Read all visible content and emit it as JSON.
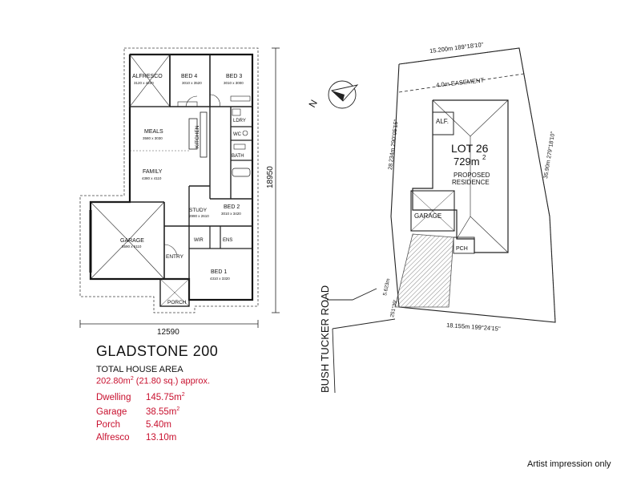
{
  "plan": {
    "rooms": {
      "alfresco": {
        "name": "ALFRESCO",
        "dims": "3120 x 4200"
      },
      "bed4": {
        "name": "BED 4",
        "dims": "3010 x 3520"
      },
      "bed3": {
        "name": "BED 3",
        "dims": "3010 x 3000"
      },
      "meals": {
        "name": "MEALS",
        "dims": "3580 x 3030"
      },
      "family": {
        "name": "FAMILY",
        "dims": "4380 x 4110"
      },
      "kitchen": {
        "name": "KITCHEN"
      },
      "ldry": {
        "name": "LDRY"
      },
      "wc": {
        "name": "WC"
      },
      "bath": {
        "name": "BATH"
      },
      "study": {
        "name": "STUDY",
        "dims": "2990 x 2610"
      },
      "bed2": {
        "name": "BED 2",
        "dims": "3010 x 3420"
      },
      "garage": {
        "name": "GARAGE",
        "dims": "5590 x 6110"
      },
      "wir": {
        "name": "WIR"
      },
      "ens": {
        "name": "ENS"
      },
      "entry": {
        "name": "ENTRY"
      },
      "bed1": {
        "name": "BED 1",
        "dims": "4310 x 3320"
      },
      "porch": {
        "name": "PORCH"
      }
    },
    "width_dim": "12590",
    "depth_dim": "18950"
  },
  "site": {
    "top_boundary": "15.200m 189°18'10\"",
    "easement": "4.0m EASEMENT",
    "left_boundary": "28.234m 290°05'15\"",
    "right_boundary": "35.90m 279°18'10\"",
    "lot_title": "LOT 26",
    "lot_area": "729m",
    "lot_area_sup": "2",
    "proposed": "PROPOSED",
    "residence": "RESIDENCE",
    "alf": "ALF.",
    "garage": "GARAGE",
    "pch": "PCH",
    "bottom_boundary": "18.155m 199°24'15\"",
    "front_boundary_a": "5.623m",
    "front_boundary_b": "251°39'",
    "road": "BUSH TUCKER ROAD",
    "north": "N"
  },
  "summary": {
    "title": "GLADSTONE 200",
    "total_label": "TOTAL HOUSE AREA",
    "total_value": "202.80m",
    "total_sup": "2",
    "total_rest": " (21.80 sq.) approx.",
    "rows": [
      {
        "label": "Dwelling",
        "value": "145.75m",
        "sup": "2"
      },
      {
        "label": "Garage",
        "value": "38.55m",
        "sup": "2"
      },
      {
        "label": "Porch",
        "value": "5.40m",
        "sup": ""
      },
      {
        "label": "Alfresco",
        "value": "13.10m",
        "sup": ""
      }
    ]
  },
  "footer": {
    "note": "Artist impression only"
  },
  "colors": {
    "accent": "#c8102e",
    "line": "#222222",
    "hatch": "#555555"
  }
}
